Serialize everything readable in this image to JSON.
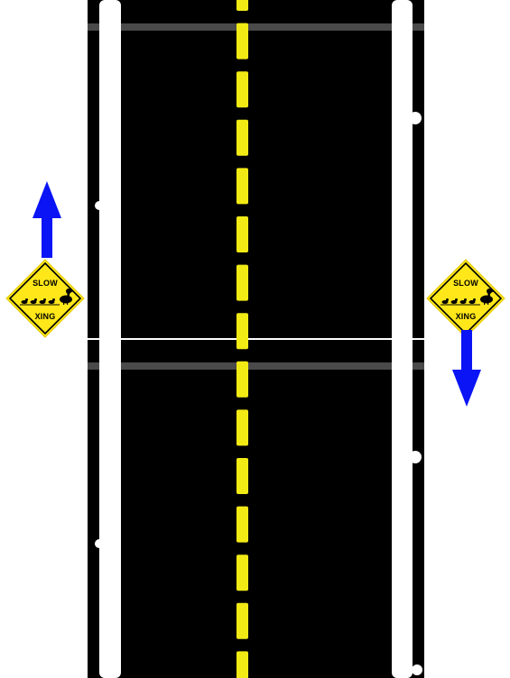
{
  "scene": {
    "road": {
      "surface_color": "#000000",
      "edge_line_color": "#ffffff",
      "center_line_color": "#f2ea14",
      "center_line_style": "dashed",
      "seam_color": "#4a4a4a"
    },
    "signs": [
      {
        "icon": "duck-crossing-sign-icon",
        "top_text": "SLOW",
        "bottom_text": "XING",
        "fill_color": "#ffe71a",
        "border_color": "#000000"
      },
      {
        "icon": "duck-crossing-sign-icon",
        "top_text": "SLOW",
        "bottom_text": "XING",
        "fill_color": "#ffe71a",
        "border_color": "#000000"
      }
    ],
    "arrows": [
      {
        "icon": "arrow-up-icon",
        "direction": "up",
        "color": "#0a14f5"
      },
      {
        "icon": "arrow-down-icon",
        "direction": "down",
        "color": "#0a14f5"
      }
    ]
  }
}
